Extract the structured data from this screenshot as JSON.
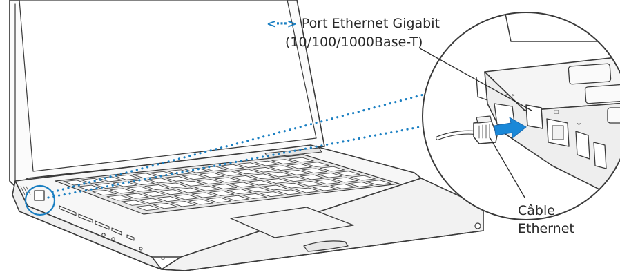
{
  "labels": {
    "port_line1": "Port Ethernet Gigabit",
    "port_line2": "(10/100/1000Base-T)",
    "port_icon": "ethernet-port-icon",
    "cable_line1": "Câble",
    "cable_line2": "Ethernet"
  },
  "colors": {
    "accent_blue": "#1a7fc2",
    "outline": "#3a3a3a",
    "arrow": "#1a88d8"
  }
}
